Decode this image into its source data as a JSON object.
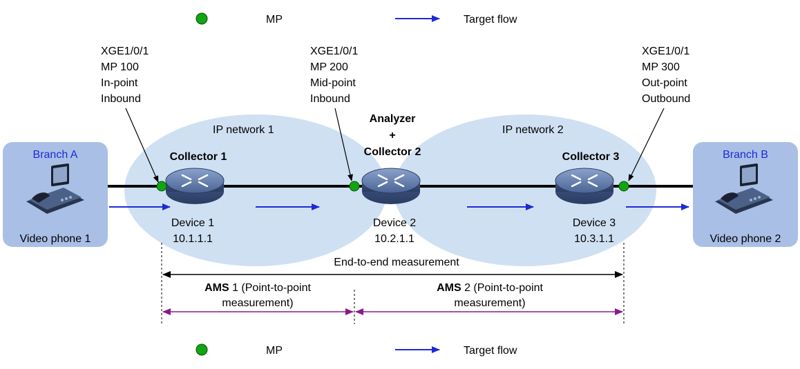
{
  "legend_top": {
    "mp_label": "MP",
    "flow_label": "Target flow"
  },
  "legend_bottom": {
    "mp_label": "MP",
    "flow_label": "Target flow"
  },
  "colors": {
    "mp": "#11a511",
    "flow": "#1b2bd6",
    "network": "#cfe0f2",
    "branch": "#a9bfe6",
    "ams_arrow": "#8a1a8a"
  },
  "branches": [
    {
      "name": "Branch A",
      "phone": "Video phone 1"
    },
    {
      "name": "Branch B",
      "phone": "Video phone 2"
    }
  ],
  "networks": [
    {
      "name": "IP network 1"
    },
    {
      "name": "IP network 2"
    }
  ],
  "devices": [
    {
      "role": "Collector 1",
      "name": "Device 1",
      "ip": "10.1.1.1"
    },
    {
      "role_top": "Analyzer",
      "role_plus": "+",
      "role": "Collector 2",
      "name": "Device 2",
      "ip": "10.2.1.1"
    },
    {
      "role": "Collector 3",
      "name": "Device 3",
      "ip": "10.3.1.1"
    }
  ],
  "mps": [
    {
      "iface": "XGE1/0/1",
      "mp": "MP 100",
      "point": "In-point",
      "dir": "Inbound"
    },
    {
      "iface": "XGE1/0/1",
      "mp": "MP 200",
      "point": "Mid-point",
      "dir": "Inbound"
    },
    {
      "iface": "XGE1/0/1",
      "mp": "MP 300",
      "point": "Out-point",
      "dir": "Outbound"
    }
  ],
  "measurements": {
    "end_to_end": "End-to-end measurement",
    "ams1": {
      "bold": "AMS",
      "rest": " 1 (Point-to-point",
      "line2": "measurement)"
    },
    "ams2": {
      "bold": "AMS",
      "rest": " 2 (Point-to-point",
      "line2": "measurement)"
    }
  }
}
